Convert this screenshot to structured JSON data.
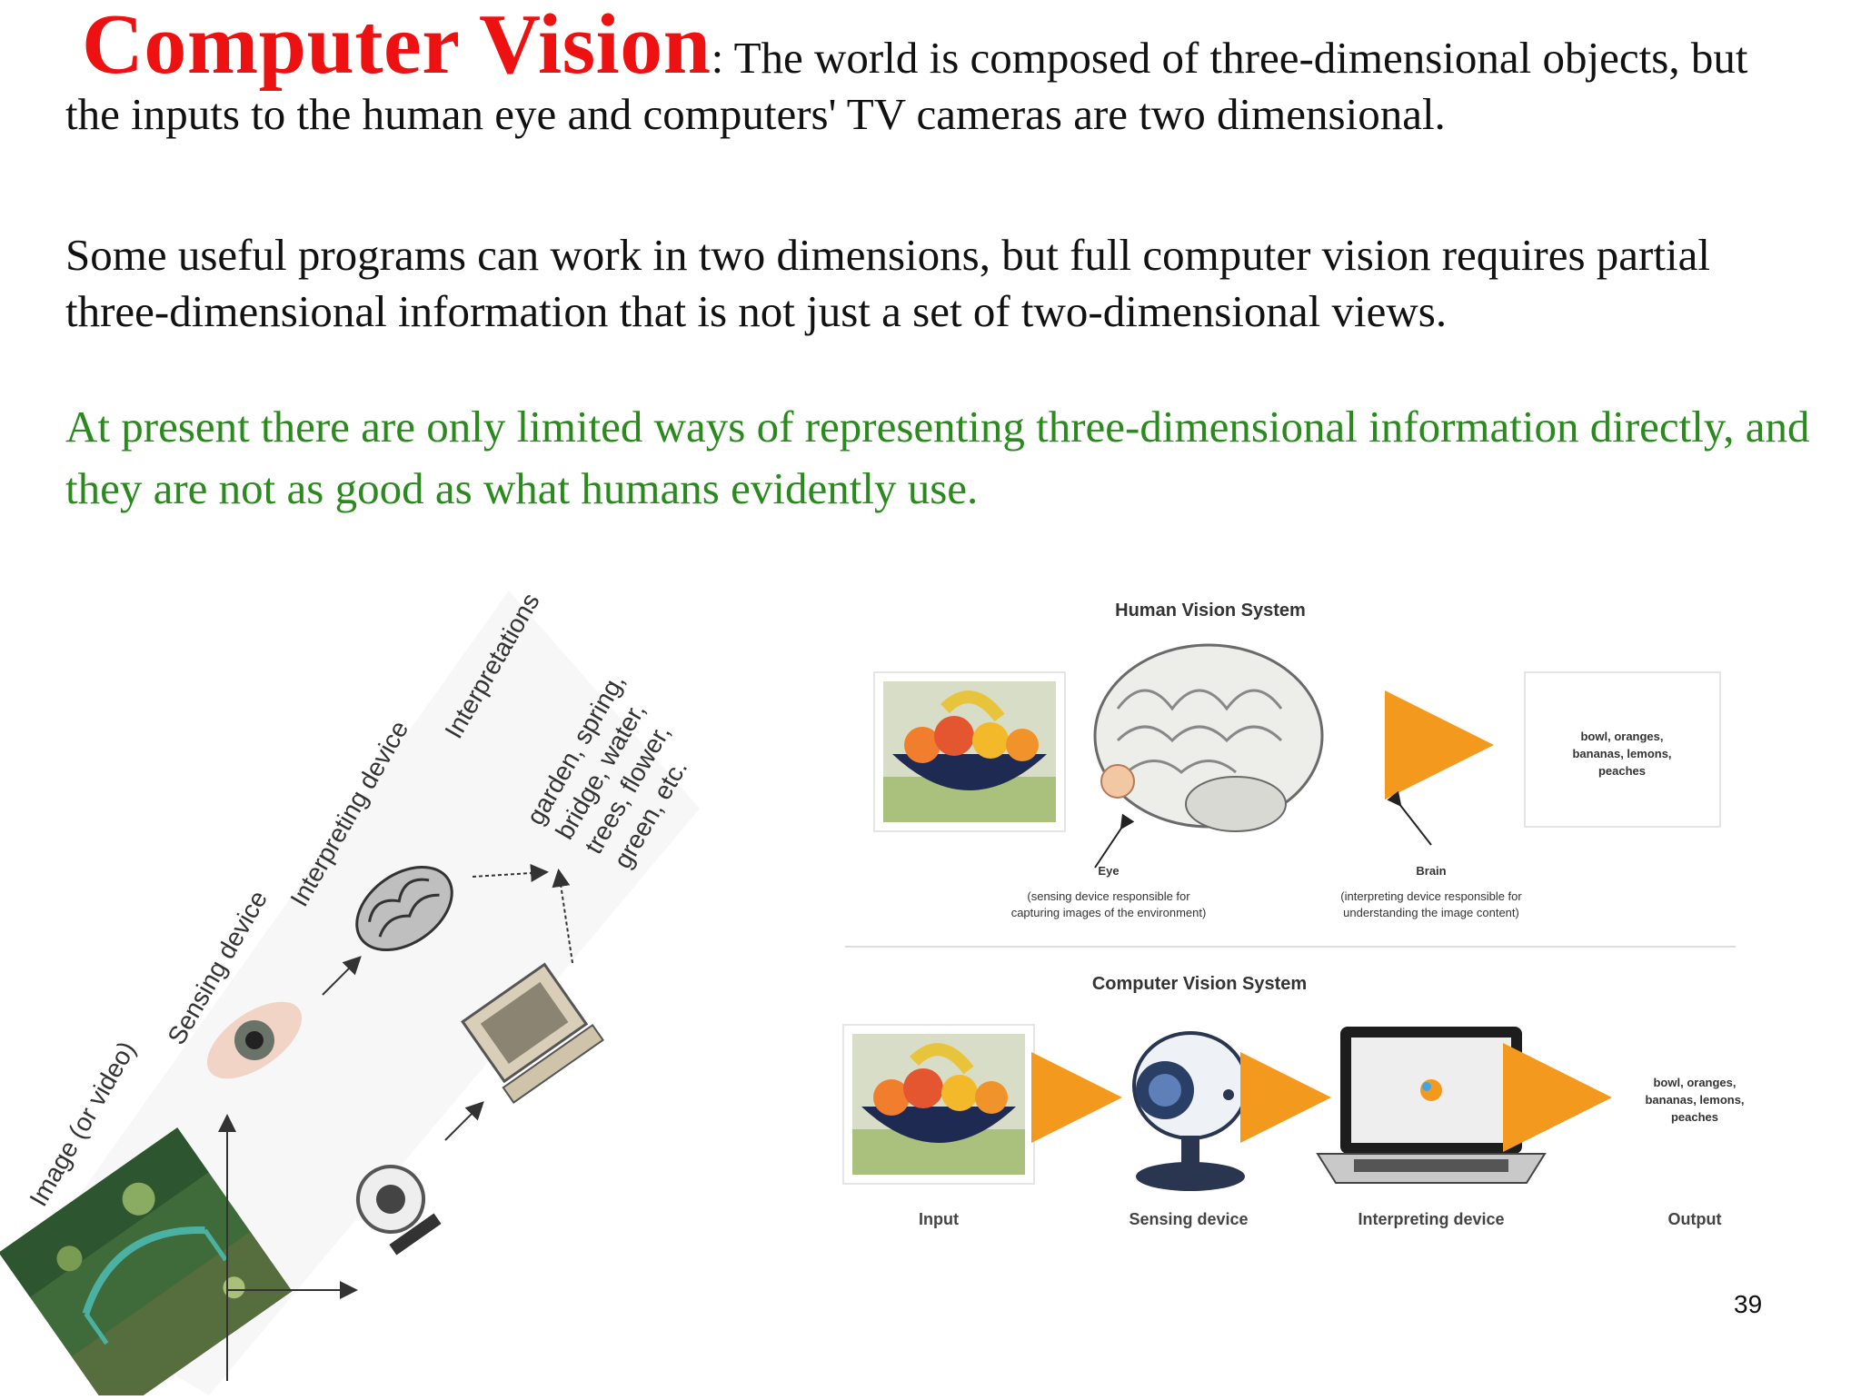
{
  "slide": {
    "title": "Computer Vision",
    "colon": ":",
    "para1": " The world is composed of three-dimensional objects, but the inputs to the human eye and computers' TV cameras are two dimensional.",
    "para2": "Some useful programs can work in two dimensions, but full computer vision requires partial three-dimensional information that is not just a set of two-dimensional views.",
    "para3": " At present there are only limited ways of representing three-dimensional information directly, and they are not as good as what humans evidently use.",
    "page_number": "39",
    "colors": {
      "title": "#ee1111",
      "highlight_text": "#2a8a1e",
      "arrow": "#f39a1e"
    }
  },
  "left_figure": {
    "labels": {
      "image": "Image (or video)",
      "sensing": "Sensing device",
      "interpreting": "Interpreting device",
      "interpretations": "Interpretations",
      "result_line1": "garden, spring,",
      "result_line2": "bridge, water,",
      "result_line3": "trees, flower,",
      "result_line4": "green, etc."
    }
  },
  "right_figure": {
    "human_title": "Human Vision System",
    "computer_title": "Computer Vision System",
    "eye_label": "Eye",
    "eye_desc_1": "(sensing device responsible for",
    "eye_desc_2": "capturing images of the environment)",
    "brain_label": "Brain",
    "brain_desc_1": "(interpreting device responsible for",
    "brain_desc_2": "understanding the image content)",
    "output_line1": "bowl, oranges,",
    "output_line2": "bananas, lemons,",
    "output_line3": "peaches",
    "captions": {
      "input": "Input",
      "sensing": "Sensing device",
      "interpreting": "Interpreting device",
      "output": "Output"
    },
    "icons": [
      "fruit-bowl-icon",
      "brain-icon",
      "webcam-icon",
      "laptop-icon"
    ]
  }
}
